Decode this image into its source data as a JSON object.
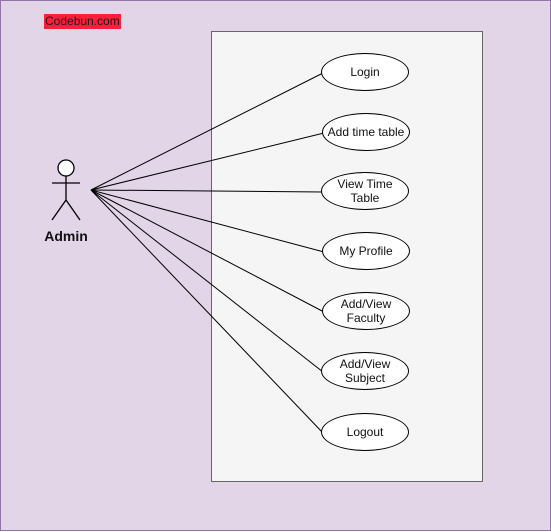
{
  "brand": "Codebun.com",
  "actor": {
    "label": "Admin"
  },
  "use_cases": [
    {
      "label": "Login"
    },
    {
      "label": "Add time table"
    },
    {
      "label": "View Time\nTable"
    },
    {
      "label": "My Profile"
    },
    {
      "label": "Add/View\nFaculty"
    },
    {
      "label": "Add/View\nSubject"
    },
    {
      "label": "Logout"
    }
  ]
}
